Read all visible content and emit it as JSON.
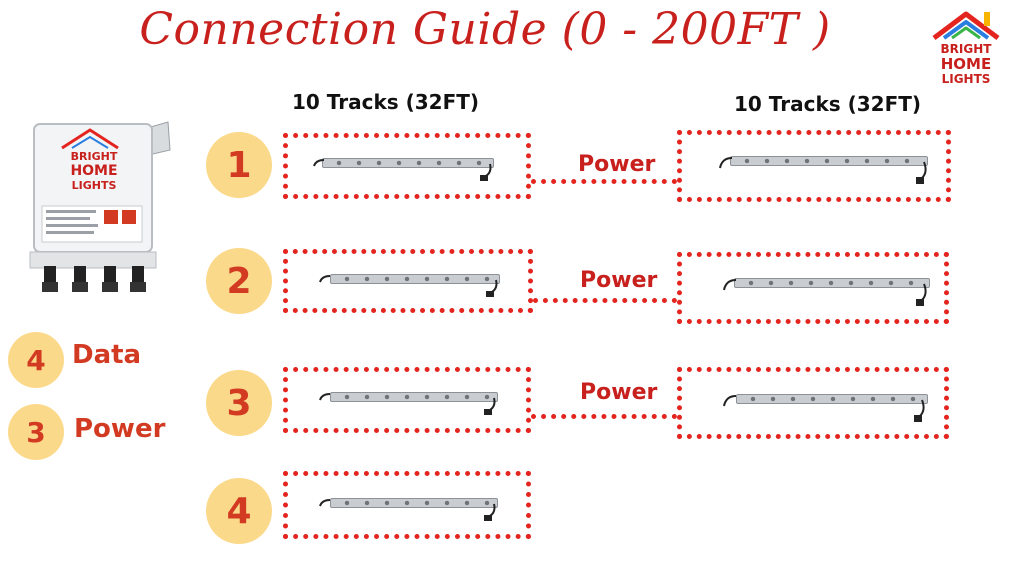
{
  "title": "Connection Guide (0 - 200FT )",
  "brand": {
    "line1": "BRIGHT",
    "line2": "HOME",
    "line3": "LIGHTS"
  },
  "controller": {
    "brand_line1": "BRIGHT",
    "brand_line2": "HOME",
    "brand_line3": "LIGHTS"
  },
  "column_headers": [
    "10 Tracks (32FT)",
    "10 Tracks (32FT)"
  ],
  "rows": [
    {
      "number": "1",
      "power_label": "Power"
    },
    {
      "number": "2",
      "power_label": "Power"
    },
    {
      "number": "3",
      "power_label": "Power"
    },
    {
      "number": "4"
    }
  ],
  "legend": [
    {
      "count": "4",
      "label": "Data"
    },
    {
      "count": "3",
      "label": "Power"
    }
  ],
  "colors": {
    "accent_red": "#c8201c",
    "dotted_red": "#e4251f",
    "circle_fill": "#fbd98a",
    "circle_text": "#d23a22"
  }
}
